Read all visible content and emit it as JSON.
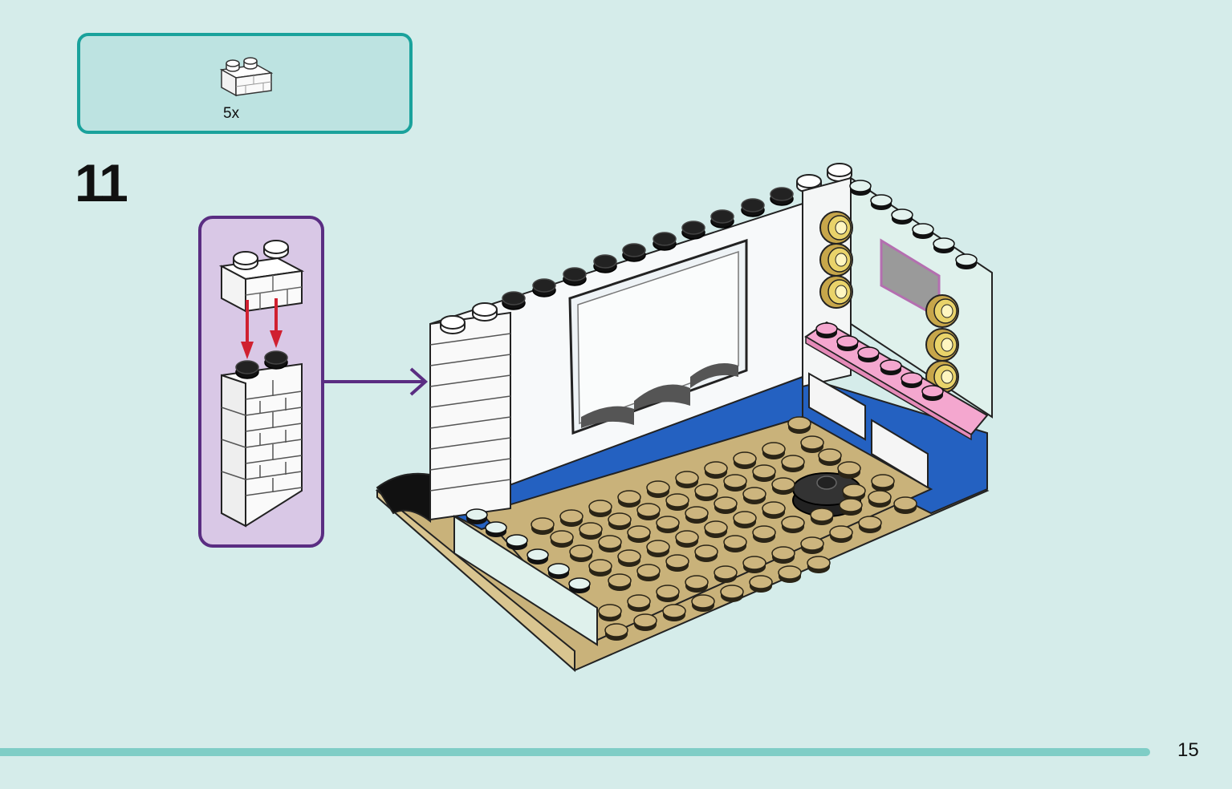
{
  "parts_callout": {
    "quantity": "5x",
    "part_icon": "white-brick-1x2-masonry"
  },
  "step": {
    "number": "11"
  },
  "submodel": {
    "part_icon": "white-brick-1x2-masonry",
    "arrow_color": "#d02030",
    "link_arrow_color": "#5a2d82"
  },
  "page": {
    "number": "15"
  },
  "colors": {
    "page_bg": "#d5ecea",
    "callout_border": "#1aa29c",
    "submodel_bg": "#d9c8e6",
    "submodel_border": "#5a2d82",
    "footer_line": "#7fcdc6"
  }
}
